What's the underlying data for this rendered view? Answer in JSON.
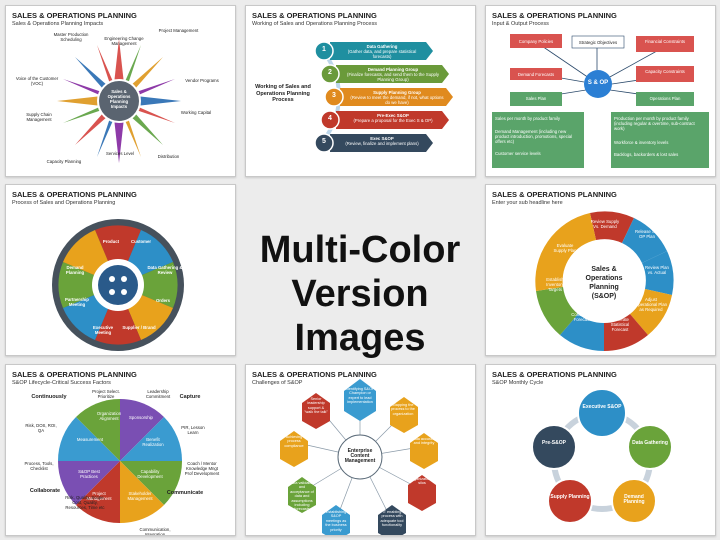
{
  "center": {
    "line1": "Multi-Color",
    "line2": "Version Images"
  },
  "cards": [
    {
      "title": "SALES & OPERATIONS PLANNING",
      "subtitle": "Sales & Operations Planning Impacts",
      "hub": "Sales & Operations Planning Impacts",
      "labels": [
        "Project Management",
        "Vendor Programs",
        "Working Capital",
        "Distribution",
        "Services Level",
        "Capacity Planning",
        "Supply Chain Management",
        "Voice of the Customer (VOC)",
        "Master Production Scheduling",
        "Engineering Change Management"
      ]
    },
    {
      "title": "SALES & OPERATIONS PLANNING",
      "subtitle": "Working of Sales and Operations Planning Process",
      "hub": "Working of Sales and Operations Planning Process",
      "steps": [
        {
          "n": "1",
          "title": "Data Gathering",
          "desc": "(Gather data, and prepare statistical forecasts)"
        },
        {
          "n": "2",
          "title": "Demand Planning Group",
          "desc": "(Finalize forecasts, and send them to the Supply Planning Group)"
        },
        {
          "n": "3",
          "title": "Supply Planning Group",
          "desc": "(Review to meet the demand, if not, what options do we have)"
        },
        {
          "n": "4",
          "title": "Pre-Exec S&OP",
          "desc": "(Prepare a proposal for the Exec S & OP)"
        },
        {
          "n": "5",
          "title": "Exec S&OP",
          "desc": "(Review, finalize and implement plans)"
        }
      ]
    },
    {
      "title": "SALES & OPERATIONS PLANNING",
      "subtitle": "Input & Output Process",
      "hub": "S & OP",
      "boxes": [
        "Company Policies",
        "Strategic Objectives",
        "Financial Constraints",
        "Demand Forecasts",
        "Capacity Constraints",
        "Sales Plan",
        "Operations Plan"
      ],
      "left_list": [
        "Sales per month by product family",
        "Demand Management (including new product introduction, promotions, special offers etc)",
        "Customer service levels"
      ],
      "right_list": [
        "Production per month by product family (including regular & overtime, sub-contract work)",
        "Workforce & inventory levels",
        "Backlogs, backorders & lost sales"
      ]
    },
    {
      "title": "SALES & OPERATIONS PLANNING",
      "subtitle": "Process of Sales and Operations Planning",
      "segments": [
        "Product",
        "Customer",
        "Data Gathering & Review",
        "Orders",
        "Supplier / Brand",
        "Executive Meeting",
        "Partnership Meeting",
        "Demand Planning"
      ]
    },
    {
      "title": "SALES & OPERATIONS PLANNING",
      "subtitle": "Enter your sub headline here",
      "hub": "Sales & Operations Planning (S&OP)",
      "segments": [
        "Review Supply Vs. Demand",
        "Release S & OP Plan",
        "Review Plan vs. Actual",
        "Adjust Operational Plan as Required",
        "Generate Statistical Forecast",
        "Derive Consensus Forecast",
        "Establish Inventory Targets",
        "Evaluate Supply Plan"
      ]
    },
    {
      "title": "SALES & OPERATIONS PLANNING",
      "subtitle": "S&OP Lifecycle-Critical Success Factors",
      "corners": [
        "Continuously",
        "Capture",
        "Collaborate",
        "Communicate"
      ],
      "slices": [
        "Organization Alignment",
        "Sponsorship",
        "Benefit Realization",
        "Capability Development",
        "Stakeholder Management",
        "Project Management",
        "S&OP Best Practices",
        "Measurement"
      ],
      "outer": [
        "Project Select. Prioritize",
        "Leadership Commitment",
        "PIR, Lesson Learn",
        "Coach / Mentor Knowledge Mngt Prof Development",
        "Communication, Integration",
        "Risk, Quality, Scope, Cost, Quality, Resources, Time etc",
        "Process, Tools, Checklist",
        "Risk, DOS, ROI, QA"
      ]
    },
    {
      "title": "SALES & OPERATIONS PLANNING",
      "subtitle": "Challenges of S&OP",
      "hub": "Enterprise Content Management",
      "items": [
        "Identifying S&OP Champion or expert to lead implementation",
        "Mapping the process to the organization",
        "Data accuracy and integrity",
        "Organizational silos",
        "IT enabling process with adequate tool functionality",
        "Establishing S&OP meetings as the business priority",
        "Data validation and acceptance of data and assumptions including forecasts",
        "Achieving process compliance",
        "Senior leadership support & \"walk the talk\""
      ]
    },
    {
      "title": "SALES & OPERATIONS PLANNING",
      "subtitle": "S&OP Monthly Cycle",
      "stages": [
        "Executive S&OP",
        "Data Gathering",
        "Demand Planning",
        "Supply Planning",
        "Pre-S&OP"
      ]
    }
  ]
}
